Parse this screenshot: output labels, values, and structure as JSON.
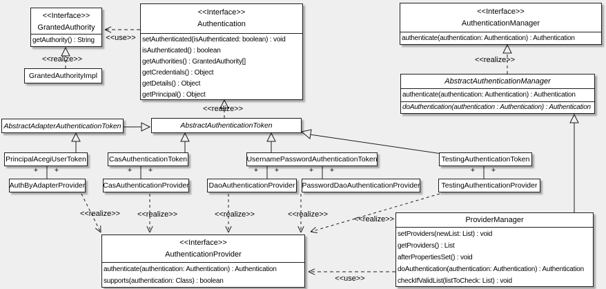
{
  "colors": {
    "background": "#efefef",
    "box_fill": "#ffffff",
    "line": "#1c1c1c",
    "shadow": "#bdbdbd"
  },
  "labels": {
    "use": "<<use>>",
    "realize": "<<realize>>",
    "plus": "+"
  },
  "classes": {
    "granted_authority": {
      "stereotype": "<<Interface>>",
      "name": "GrantedAuthority",
      "methods": [
        "getAuthority() : String"
      ]
    },
    "authentication": {
      "stereotype": "<<Interface>>",
      "name": "Authentication",
      "methods": [
        "setAuthenticated(isAuthenticated: boolean) : void",
        "isAuthenticated() : boolean",
        "getAuthorities() : GrantedAuthority[]",
        "getCredentials() : Object",
        "getDetails() : Object",
        "getPrincipal() : Object"
      ]
    },
    "authentication_manager": {
      "stereotype": "<<Interface>>",
      "name": "AuthenticationManager",
      "methods": [
        "authenticate(authentication: Authentication) : Authentication"
      ]
    },
    "granted_authority_impl": {
      "name": "GrantedAuthorityImpl"
    },
    "abstract_authentication_manager": {
      "name": "AbstractAuthenticationManager",
      "methods": [
        "authenticate(authentication: Authentication) : Authentication",
        "doAuthentication(authentication : Authentication) : Authentication"
      ]
    },
    "abstract_adapter_authentication_token": {
      "name": "AbstractAdapterAuthenticationToken"
    },
    "abstract_authentication_token": {
      "name": "AbstractAuthenticationToken"
    },
    "principal_acegi_user_token": {
      "name": "PrincipalAcegiUserToken"
    },
    "cas_authentication_token": {
      "name": "CasAuthenticationToken"
    },
    "username_password_authentication_token": {
      "name": "UsernamePasswordAuthenticationToken"
    },
    "testing_authentication_token": {
      "name": "TestingAuthenticationToken"
    },
    "auth_by_adapter_provider": {
      "name": "AuthByAdapterProvider"
    },
    "cas_authentication_provider": {
      "name": "CasAuthenticationProvider"
    },
    "dao_authentication_provider": {
      "name": "DaoAuthenticationProvider"
    },
    "password_dao_authentication_provider": {
      "name": "PasswordDaoAuthenticationProvider"
    },
    "testing_authentication_provider": {
      "name": "TestingAuthenticationProvider"
    },
    "authentication_provider": {
      "stereotype": "<<Interface>>",
      "name": "AuthenticationProvider",
      "methods": [
        "authenticate(authentication: Authentication) : Authentication",
        "supports(authentication: Class) : boolean"
      ]
    },
    "provider_manager": {
      "name": "ProviderManager",
      "methods": [
        "setProviders(newList: List) : void",
        "getProviders() : List",
        "afterPropertiesSet() : void",
        "doAuthentication(authentication: Authentication) : Authentication",
        "checkIfValidList(listToCheck: List) : void"
      ]
    }
  }
}
